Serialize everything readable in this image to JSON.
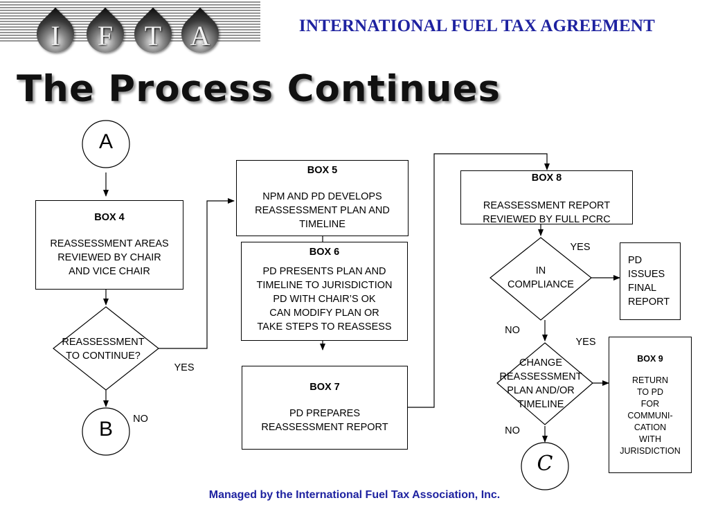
{
  "header": {
    "logo_letters": [
      "I",
      "F",
      "T",
      "A"
    ],
    "agreement_title": "INTERNATIONAL FUEL TAX AGREEMENT",
    "brand_color": "#1e22a0"
  },
  "page_title": "The Process Continues",
  "flowchart": {
    "connectors": {
      "a": "A",
      "b": "B",
      "c": "C"
    },
    "box4": {
      "title": "BOX 4",
      "body": "REASSESSMENT AREAS\nREVIEWED BY CHAIR\nAND VICE CHAIR"
    },
    "decision_continue": {
      "text": "REASSESSMENT\nTO CONTINUE?",
      "yes": "YES",
      "no": "NO"
    },
    "box5": {
      "title": "BOX 5",
      "body": "NPM AND PD DEVELOPS\nREASSESSMENT PLAN AND\nTIMELINE"
    },
    "box6": {
      "title": "BOX 6",
      "body": "PD PRESENTS PLAN AND\nTIMELINE TO JURISDICTION\nPD WITH CHAIR’S OK\nCAN MODIFY PLAN OR\nTAKE STEPS TO REASSESS"
    },
    "box7": {
      "title": "BOX 7",
      "body": "PD PREPARES\nREASSESSMENT REPORT"
    },
    "box8": {
      "title": "BOX 8",
      "body": "REASSESSMENT REPORT\nREVIEWED BY FULL PCRC"
    },
    "decision_compliance": {
      "text": "IN\nCOMPLIANCE",
      "yes": "YES",
      "no": "NO"
    },
    "pd_final": {
      "text": "PD\nISSUES\nFINAL\nREPORT"
    },
    "decision_change": {
      "text": "CHANGE\nREASSESSMENT\nPLAN AND/OR\nTIMELINE",
      "yes": "YES",
      "no": "NO"
    },
    "box9": {
      "title": "BOX 9",
      "body": "RETURN\nTO PD\nFOR\nCOMMUNI-\nCATION\nWITH\nJURISDICTION"
    }
  },
  "footer": {
    "text": "Managed by the International Fuel Tax Association, Inc."
  }
}
